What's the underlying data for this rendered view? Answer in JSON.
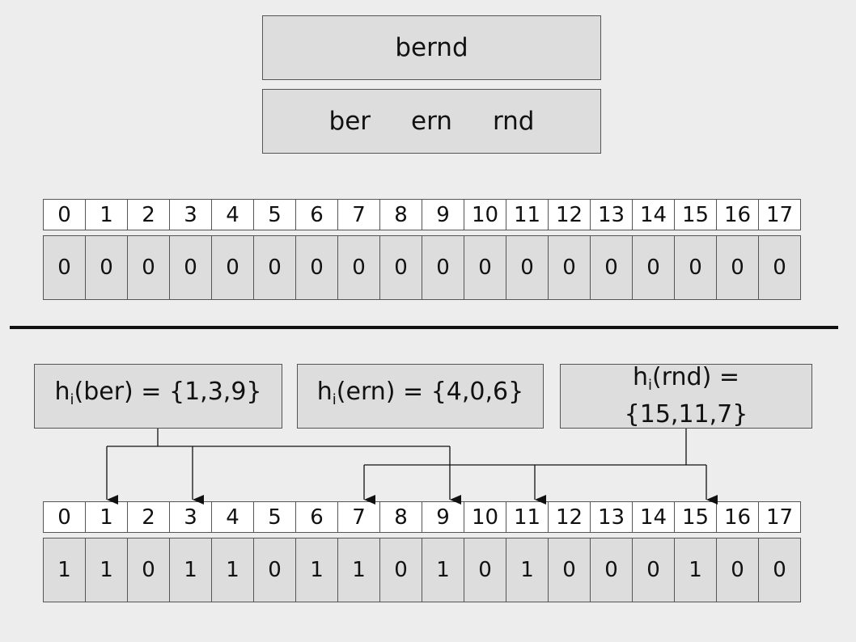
{
  "word": "bernd",
  "trigrams": [
    "ber",
    "ern",
    "rnd"
  ],
  "top_array": {
    "indices": [
      "0",
      "1",
      "2",
      "3",
      "4",
      "5",
      "6",
      "7",
      "8",
      "9",
      "10",
      "11",
      "12",
      "13",
      "14",
      "15",
      "16",
      "17"
    ],
    "bits": [
      "0",
      "0",
      "0",
      "0",
      "0",
      "0",
      "0",
      "0",
      "0",
      "0",
      "0",
      "0",
      "0",
      "0",
      "0",
      "0",
      "0",
      "0"
    ]
  },
  "hashes": [
    {
      "fn": "h",
      "sub": "i",
      "arg": "(ber) =",
      "set": "{1,3,9}",
      "targets": [
        1,
        3,
        9
      ]
    },
    {
      "fn": "h",
      "sub": "i",
      "arg": "(ern) =",
      "set": "{4,0,6}",
      "targets": []
    },
    {
      "fn": "h",
      "sub": "i",
      "arg": "(rnd) =",
      "set": "{15,11,7}",
      "targets": [
        7,
        11,
        15
      ]
    }
  ],
  "bottom_array": {
    "indices": [
      "0",
      "1",
      "2",
      "3",
      "4",
      "5",
      "6",
      "7",
      "8",
      "9",
      "10",
      "11",
      "12",
      "13",
      "14",
      "15",
      "16",
      "17"
    ],
    "bits": [
      "1",
      "1",
      "0",
      "1",
      "1",
      "0",
      "1",
      "1",
      "0",
      "1",
      "0",
      "1",
      "0",
      "0",
      "0",
      "1",
      "0",
      "0"
    ]
  }
}
